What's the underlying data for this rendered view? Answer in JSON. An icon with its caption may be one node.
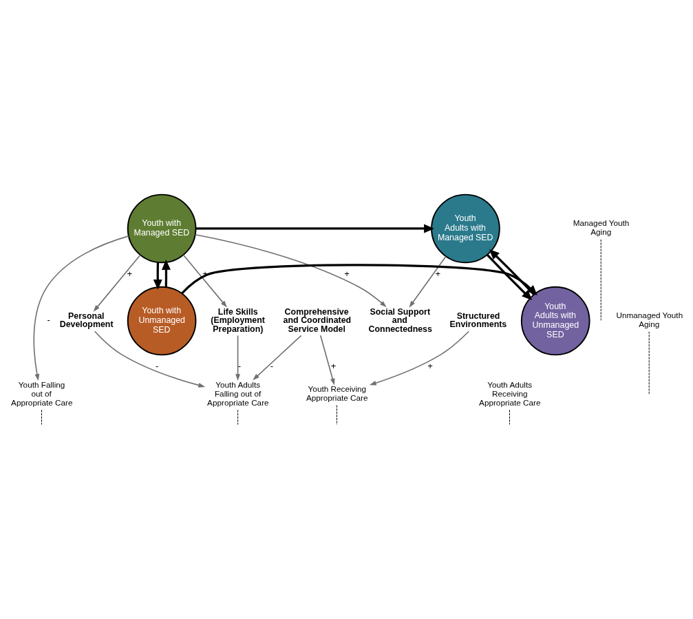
{
  "diagram": {
    "nodes": [
      {
        "text": [
          "Youth with Managed SED"
        ]
      },
      {
        "text": [
          "Youth Adults with Managed SED"
        ]
      },
      {
        "text": [
          "Youth with Unmanaged SED"
        ]
      },
      {
        "text": [
          "Youth Adults with Unmanaged SED"
        ]
      },
      {
        "text": [
          "Social Support and Connectedness"
        ]
      },
      {
        "text": [
          "Personal Development"
        ]
      },
      {
        "text": [
          "Life Skills (Employment Preparation)"
        ]
      },
      {
        "text": [
          "Comprehensive and Coordinated Service Model"
        ]
      },
      {
        "text": [
          "Structured Environments"
        ]
      },
      {
        "text": [
          "Managed Youth Aging"
        ]
      },
      {
        "text": [
          "Youth Falling out of Appropriate Care"
        ]
      },
      {
        "text": [
          "Youth Receiving Appropriate Care"
        ]
      },
      {
        "text": [
          "Youth Adults Falling out of Appropriate Care"
        ]
      },
      {
        "text": [
          "Youth Adults Receiving Appropriate Care"
        ]
      },
      {
        "text": [
          "Unmanaged Youth Aging"
        ]
      }
    ],
    "edges": [
      {
        "from": 0,
        "to": 1,
        "arrow": "to",
        "style": "thick",
        "color": "#000000"
      },
      {
        "from": 0,
        "to": 2,
        "arrow": "to",
        "style": "thick",
        "color": "#000000"
      },
      {
        "from": 2,
        "to": 0,
        "arrow": "to",
        "style": "thick",
        "color": "#000000"
      },
      {
        "from": 1,
        "to": 3,
        "arrow": "to",
        "style": "thick",
        "color": "#000000"
      },
      {
        "from": 3,
        "to": 1,
        "arrow": "to",
        "style": "thick",
        "color": "#000000"
      },
      {
        "from": 2,
        "to": 3,
        "arrow": "to",
        "style": "thick",
        "color": "#000000"
      },
      {
        "from": 9,
        "to": null,
        "arrow": "none",
        "style": "dashed",
        "color": "#000000"
      },
      {
        "from": 10,
        "to": null,
        "arrow": "none",
        "style": "dashed",
        "color": "#000000"
      },
      {
        "from": 11,
        "to": null,
        "arrow": "none",
        "style": "dashed",
        "color": "#000000"
      },
      {
        "from": 12,
        "to": null,
        "arrow": "none",
        "style": "dashed",
        "color": "#000000"
      },
      {
        "from": 13,
        "to": null,
        "arrow": "none",
        "style": "dashed",
        "color": "#000000"
      },
      {
        "from": 14,
        "to": null,
        "arrow": "none",
        "style": "dashed",
        "color": "#000000"
      },
      {
        "from": 0,
        "to": 4,
        "arrow": "to",
        "label": "+",
        "color": "#707070"
      },
      {
        "from": 1,
        "to": 4,
        "arrow": "to",
        "label": "+",
        "color": "#707070"
      },
      {
        "from": 0,
        "to": 5,
        "arrow": "to",
        "label": "+",
        "color": "#707070"
      },
      {
        "from": 0,
        "to": 6,
        "arrow": "to",
        "label": "+",
        "color": "#707070"
      },
      {
        "from": 0,
        "to": 10,
        "arrow": "to",
        "label": "-",
        "color": "#707070"
      },
      {
        "from": 5,
        "to": 12,
        "arrow": "to",
        "label": "-",
        "color": "#707070"
      },
      {
        "from": 6,
        "to": 12,
        "arrow": "to",
        "label": "-",
        "color": "#707070"
      },
      {
        "from": 7,
        "to": 11,
        "arrow": "to",
        "label": "+",
        "color": "#707070"
      },
      {
        "from": 7,
        "to": 12,
        "arrow": "to",
        "label": "-",
        "color": "#707070"
      },
      {
        "from": 8,
        "to": 11,
        "arrow": "to",
        "label": "+",
        "color": "#707070"
      }
    ]
  }
}
